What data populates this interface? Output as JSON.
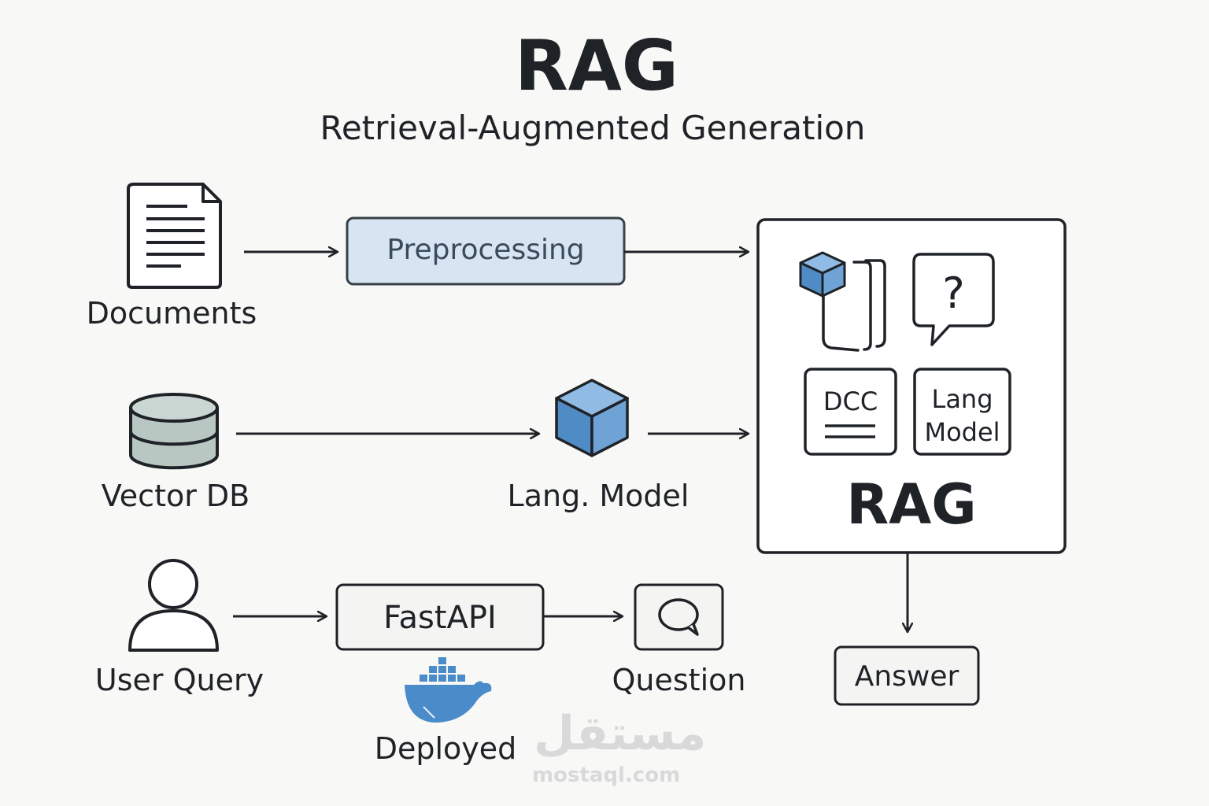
{
  "header": {
    "title": "RAG",
    "subtitle": "Retrieval-Augmented Generation"
  },
  "nodes": {
    "documents": "Documents",
    "preprocessing": "Preprocessing",
    "vector_db": "Vector DB",
    "lang_model": "Lang. Model",
    "user_query": "User Query",
    "fastapi": "FastAPI",
    "deployed": "Deployed",
    "question": "Question",
    "answer": "Answer"
  },
  "rag_panel": {
    "doc_card": "DCC",
    "lang_card_line1": "Lang",
    "lang_card_line2": "Model",
    "title": "RAG",
    "question_mark": "?"
  },
  "watermark": {
    "arabic": "مستقل",
    "latin": "mostaql.com"
  },
  "colors": {
    "preprocessing_fill": "#d7e4f1",
    "cube_blue": "#5f9bd3",
    "db_fill": "#b8c7c2",
    "docker_blue": "#4a8cc9"
  }
}
